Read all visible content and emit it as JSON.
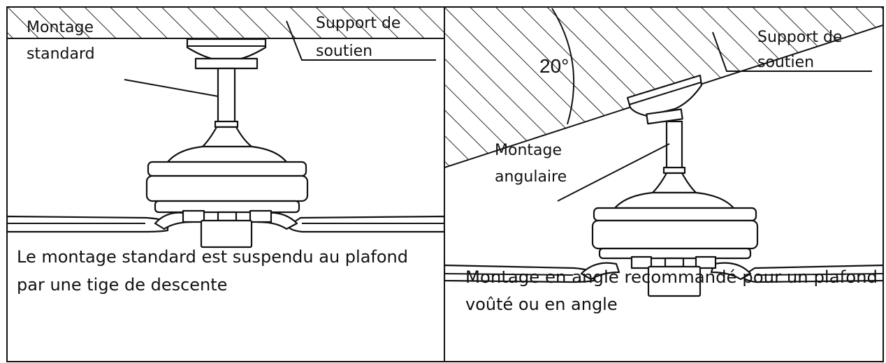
{
  "left_panel": {
    "mount_label_line1": "Montage",
    "mount_label_line2": "standard",
    "bracket_label_line1": "Support de",
    "bracket_label_line2": "soutien",
    "caption_line1": "Le montage standard est suspendu au plafond",
    "caption_line2": "par une tige de descente"
  },
  "right_panel": {
    "angle_label": "20°",
    "bracket_label_line1": "Support de",
    "bracket_label_line2": "soutien",
    "mount_label_line1": "Montage",
    "mount_label_line2": "angulaire",
    "caption_line1": "Montage en angle recommandé pour un plafond",
    "caption_line2": "voûté ou en angle"
  }
}
